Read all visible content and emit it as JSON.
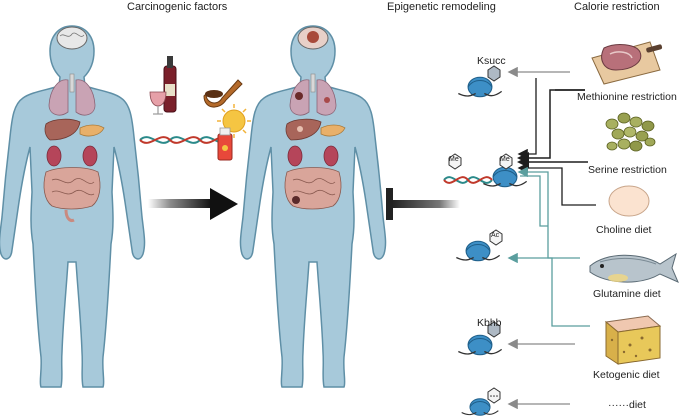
{
  "headers": {
    "carcinogenic": "Carcinogenic factors",
    "epigenetic": "Epigenetic remodeling",
    "calorie": "Calorie restriction"
  },
  "marks": {
    "ksucc": "Ksucc",
    "me1": "Me",
    "me2": "Me",
    "ac": "Ac",
    "kbhb": "Kbhb"
  },
  "diets": {
    "methionine": "Methionine restriction",
    "serine": "Serine restriction",
    "choline": "Choline diet",
    "glutamine": "Glutamine diet",
    "ketogenic": "Ketogenic diet",
    "other": "······diet"
  },
  "colors": {
    "body": "#a7c9da",
    "body_outline": "#5f8fa6",
    "lung": "#c9a3b4",
    "liver": "#a8655a",
    "intestine": "#d9a59a",
    "nucleosome": "#3d8fc6",
    "arrow_dark": "#1e1e1e",
    "arrow_teal": "#5a9e9e",
    "arrow_gray": "#8a8a8a"
  }
}
